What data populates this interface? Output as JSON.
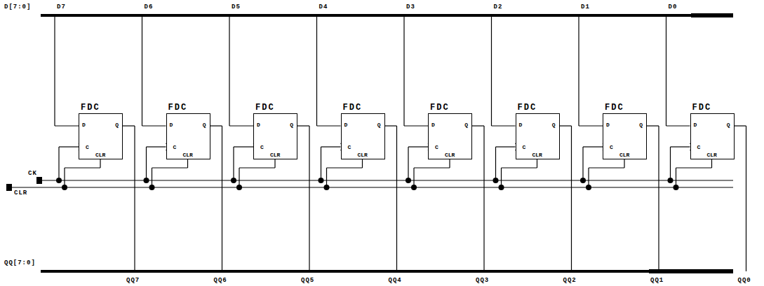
{
  "diagram": {
    "nodes": [
      {
        "text": [
          "FDC",
          "D",
          "Q",
          "C",
          "CLR"
        ]
      },
      {
        "text": [
          "FDC",
          "D",
          "Q",
          "C",
          "CLR"
        ]
      },
      {
        "text": [
          "FDC",
          "D",
          "Q",
          "C",
          "CLR"
        ]
      },
      {
        "text": [
          "FDC",
          "D",
          "Q",
          "C",
          "CLR"
        ]
      },
      {
        "text": [
          "FDC",
          "D",
          "Q",
          "C",
          "CLR"
        ]
      },
      {
        "text": [
          "FDC",
          "D",
          "Q",
          "C",
          "CLR"
        ]
      },
      {
        "text": [
          "FDC",
          "D",
          "Q",
          "C",
          "CLR"
        ]
      },
      {
        "text": [
          "FDC",
          "D",
          "Q",
          "C",
          "CLR"
        ]
      }
    ],
    "labels": [
      "D[7:0]",
      "D7",
      "D6",
      "D5",
      "D4",
      "D3",
      "D2",
      "D1",
      "D0",
      "CK",
      "CLR",
      "QQ[7:0]",
      "QQ7",
      "QQ6",
      "QQ5",
      "QQ4",
      "QQ3",
      "QQ2",
      "QQ1",
      "QQ0"
    ]
  }
}
